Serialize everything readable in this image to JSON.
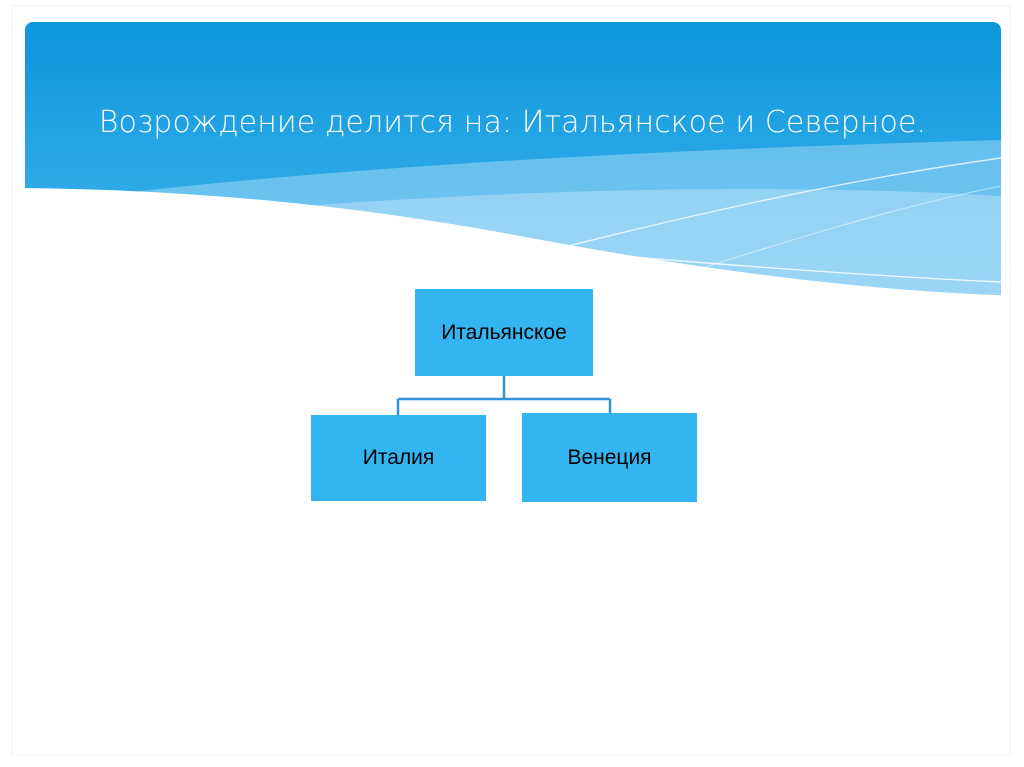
{
  "slide": {
    "title": "Возрождение делится на: Итальянское и Северное.",
    "background_color": "#ffffff",
    "header": {
      "gradient_top_color": "#0d96db",
      "gradient_bottom_color": "#4cb8ee",
      "wave_light_color": "#a8daf7",
      "wave_stroke_color": "#ffffff"
    },
    "title_color": "#ffffff"
  },
  "diagram": {
    "type": "hierarchy",
    "node_fill_color": "#33b5f2",
    "node_text_color": "#000000",
    "connector_color": "#3093d6",
    "root": {
      "label": "Итальянское"
    },
    "children": [
      {
        "label": "Италия"
      },
      {
        "label": "Венеция"
      }
    ]
  }
}
